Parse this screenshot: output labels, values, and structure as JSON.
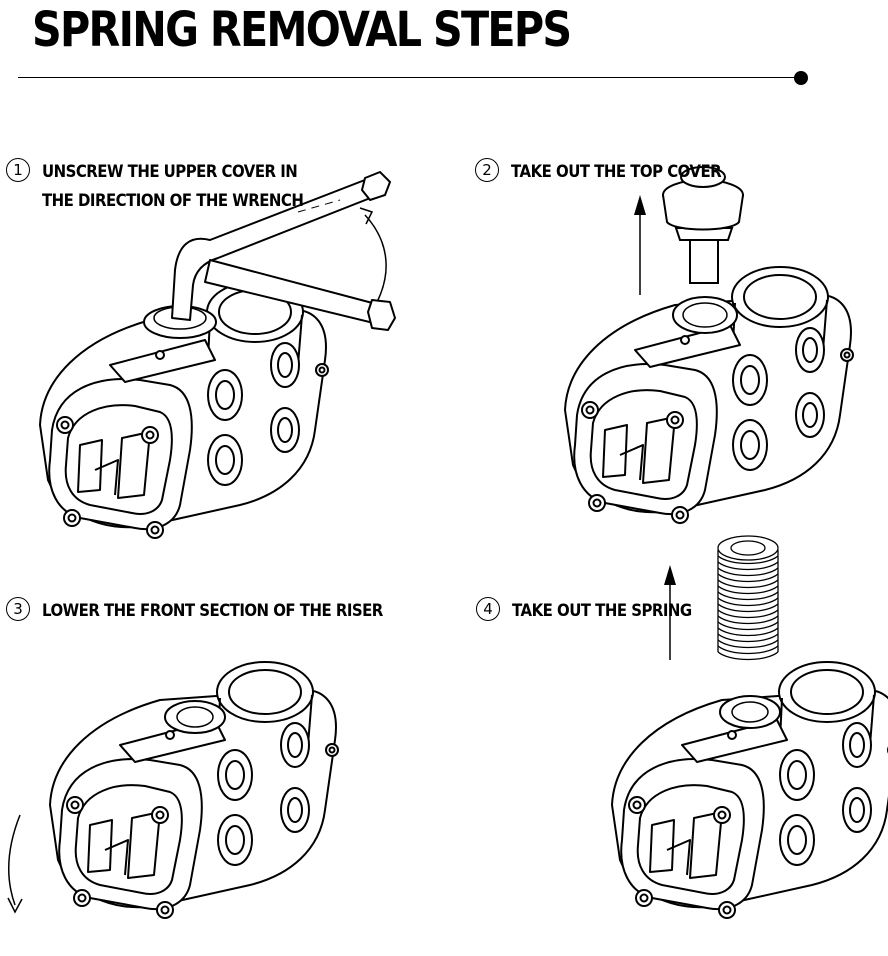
{
  "title": "SPRING REMOVAL STEPS",
  "steps": [
    {
      "number": "1",
      "line1": "UNSCREW THE UPPER COVER IN",
      "line2": "THE DIRECTION OF THE WRENCH"
    },
    {
      "number": "2",
      "line1": "TAKE OUT THE TOP COVER"
    },
    {
      "number": "3",
      "line1": "LOWER THE FRONT SECTION OF THE RISER"
    },
    {
      "number": "4",
      "line1": "TAKE OUT THE SPRING"
    }
  ]
}
